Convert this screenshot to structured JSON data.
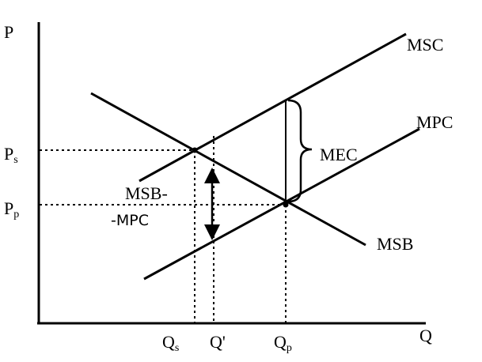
{
  "axes": {
    "y_label": "P",
    "x_label": "Q"
  },
  "curves": {
    "msc": "MSC",
    "mpc": "MPC",
    "msb": "MSB"
  },
  "annotations": {
    "mec": "MEC",
    "gap_line1": "MSB-",
    "gap_line2": "-MPC"
  },
  "price_ticks": {
    "ps_main": "P",
    "ps_sub": "s",
    "pp_main": "P",
    "pp_sub": "p"
  },
  "quantity_ticks": {
    "qs_main": "Q",
    "qs_sub": "s",
    "qprime": "Q'",
    "qp_main": "Q",
    "qp_sub": "p"
  }
}
